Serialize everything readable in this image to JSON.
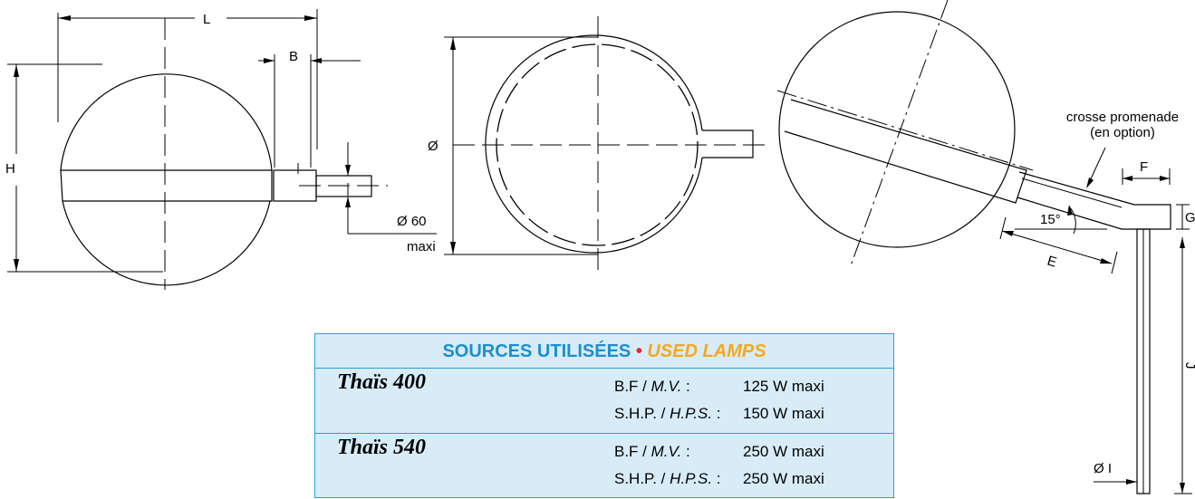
{
  "dimension_labels": {
    "L": "L",
    "B": "B",
    "H": "H",
    "dia_60": "Ø 60",
    "maxi": "maxi",
    "dia": "Ø",
    "F": "F",
    "G": "G",
    "E": "E",
    "angle": "15°",
    "J": "J",
    "dia_I": "Ø I"
  },
  "annotation": {
    "line1": "crosse promenade",
    "line2": "(en option)"
  },
  "table": {
    "title_fr": "SOURCES UTILISÉES",
    "bullet": "•",
    "title_en": "USED LAMPS",
    "rows": [
      {
        "model": "Thaïs 400",
        "lines": [
          {
            "code_a": "B.F / ",
            "code_b": "M.V.",
            "code_c": " :",
            "power": "125  W maxi"
          },
          {
            "code_a": "S.H.P. / ",
            "code_b": "H.P.S.",
            "code_c": " :",
            "power": "150  W maxi"
          }
        ]
      },
      {
        "model": "Thaïs 540",
        "lines": [
          {
            "code_a": "B.F / ",
            "code_b": "M.V.",
            "code_c": " :",
            "power": "250 W maxi"
          },
          {
            "code_a": "S.H.P. / ",
            "code_b": "H.P.S.",
            "code_c": " :",
            "power": "250 W maxi"
          }
        ]
      }
    ]
  },
  "colors": {
    "table_bg": "#d7ecf7",
    "table_border": "#2aa0d6",
    "title_fr": "#1b8fd0",
    "bullet": "#e8232a",
    "title_en": "#f6a81c"
  }
}
